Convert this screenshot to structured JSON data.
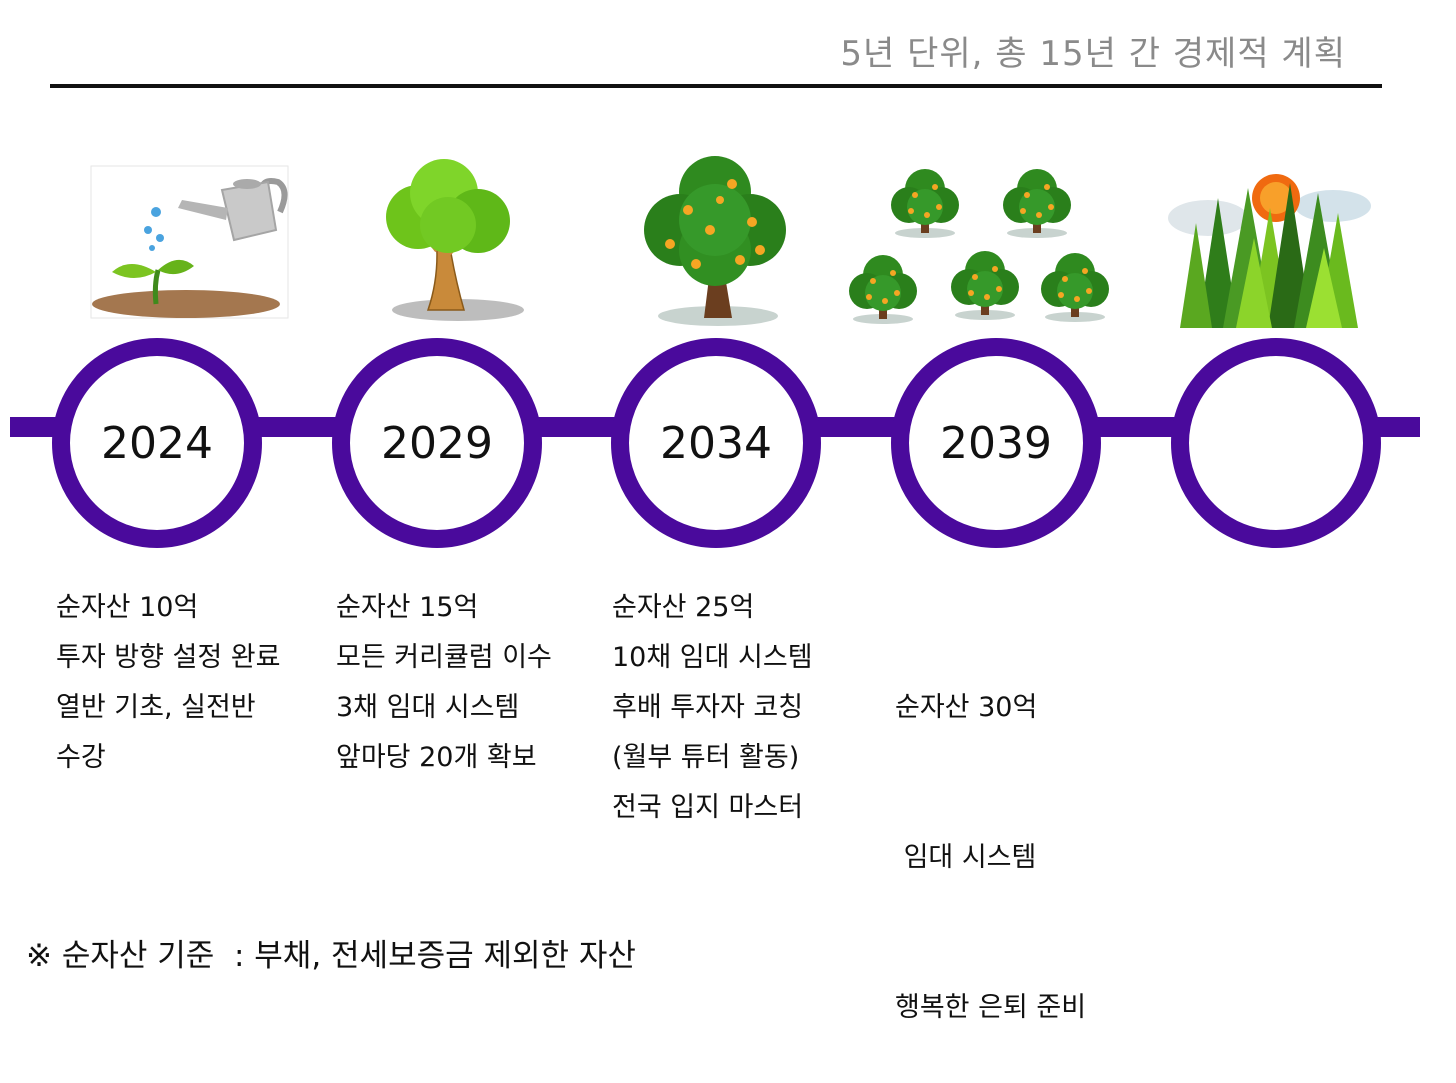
{
  "header": {
    "title": "5년 단위, 총 15년 간 경제적 계획"
  },
  "colors": {
    "timeline": "#4a0a9c",
    "rule": "#111111",
    "title": "#8a8a8a"
  },
  "milestones": [
    {
      "year": "2024",
      "icon": "sprout-watering-can-icon",
      "lines": [
        "순자산 10억",
        "투자 방향 설정 완료",
        "열반 기초, 실전반",
        "수강"
      ]
    },
    {
      "year": "2029",
      "icon": "young-tree-icon",
      "lines": [
        "순자산 15억",
        "모든 커리큘럼 이수",
        "3채 임대 시스템",
        "앞마당 20개 확보"
      ]
    },
    {
      "year": "2034",
      "icon": "fruit-tree-icon",
      "lines": [
        "순자산 25억",
        "10채 임대 시스템",
        "후배 투자자 코칭",
        "(월부 튜터 활동)",
        "전국 입지 마스터"
      ]
    },
    {
      "year": "2039",
      "icon": "orchard-icon",
      "lines": [
        "순자산 30억",
        " 임대 시스템",
        "행복한 은퇴 준비"
      ]
    },
    {
      "year": "",
      "icon": "forest-sunset-icon",
      "lines": []
    }
  ],
  "footnote": "※ 순자산 기준  : 부채, 전세보증금 제외한 자산"
}
